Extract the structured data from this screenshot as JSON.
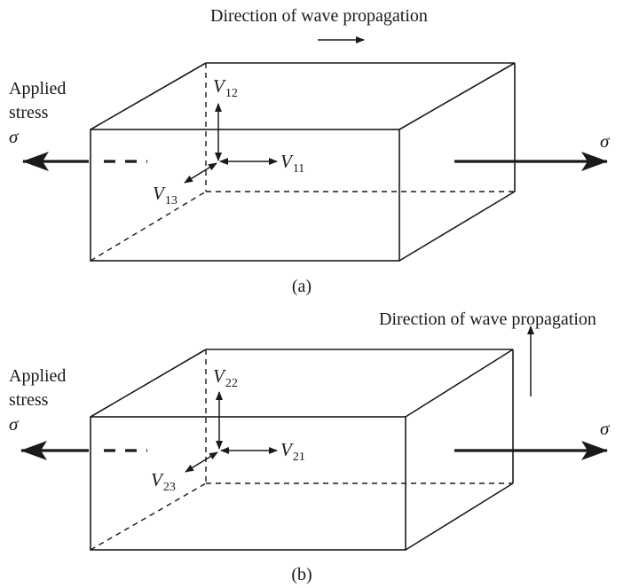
{
  "panel_a": {
    "title": "Direction of wave propagation",
    "applied": "Applied",
    "stress": "stress",
    "sigma_left": "σ",
    "sigma_right": "σ",
    "v_up": {
      "base": "V",
      "sub": "12"
    },
    "v_right": {
      "base": "V",
      "sub": "11"
    },
    "v_diag": {
      "base": "V",
      "sub": "13"
    },
    "caption": "(a)"
  },
  "panel_b": {
    "title": "Direction of wave propagation",
    "applied": "Applied",
    "stress": "stress",
    "sigma_left": "σ",
    "sigma_right": "σ",
    "v_up": {
      "base": "V",
      "sub": "22"
    },
    "v_right": {
      "base": "V",
      "sub": "21"
    },
    "v_diag": {
      "base": "V",
      "sub": "23"
    },
    "caption": "(b)"
  }
}
